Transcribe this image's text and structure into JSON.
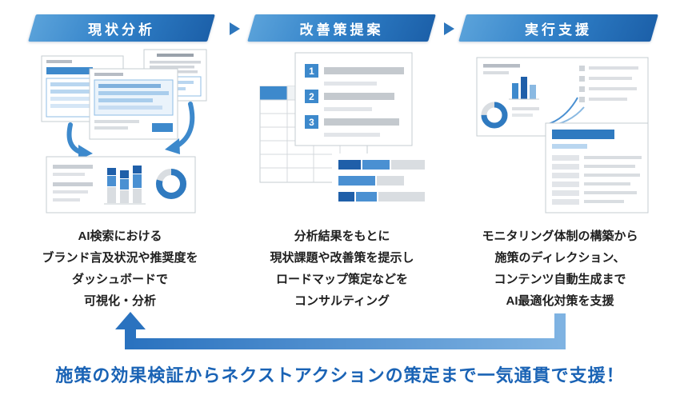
{
  "steps": [
    {
      "title": "現状分析",
      "description": "AI検索における\nブランド言及状況や推奨度を\nダッシュボードで\n可視化・分析"
    },
    {
      "title": "改善策提案",
      "description": "分析結果をもとに\n現状課題や改善策を提示し\nロードマップ策定などを\nコンサルティング"
    },
    {
      "title": "実行支援",
      "description": "モニタリング体制の構築から\n施策のディレクション、\nコンテンツ自動生成まで\nAI最適化対策を支援"
    }
  ],
  "doc_list": {
    "items": [
      "1",
      "2",
      "3"
    ]
  },
  "footer": {
    "message": "施策の効果検証からネクストアクションの策定まで一気通貫で支援！"
  },
  "icons": {
    "step_separator": "right-triangle",
    "feedback_loop": "u-shaped-arrow-left-up"
  },
  "colors": {
    "banner_gradient_start": "#5aa2da",
    "banner_gradient_end": "#1c60a9",
    "primary_blue": "#3d89cc",
    "dark_blue": "#1f5fa9",
    "light_blue": "#b9d6f0",
    "loop_arrow_dark": "#2a72bf",
    "loop_arrow_light": "#7fb3e2",
    "footer_text": "#1a63b5",
    "gray_bar": "#d9dde1"
  }
}
